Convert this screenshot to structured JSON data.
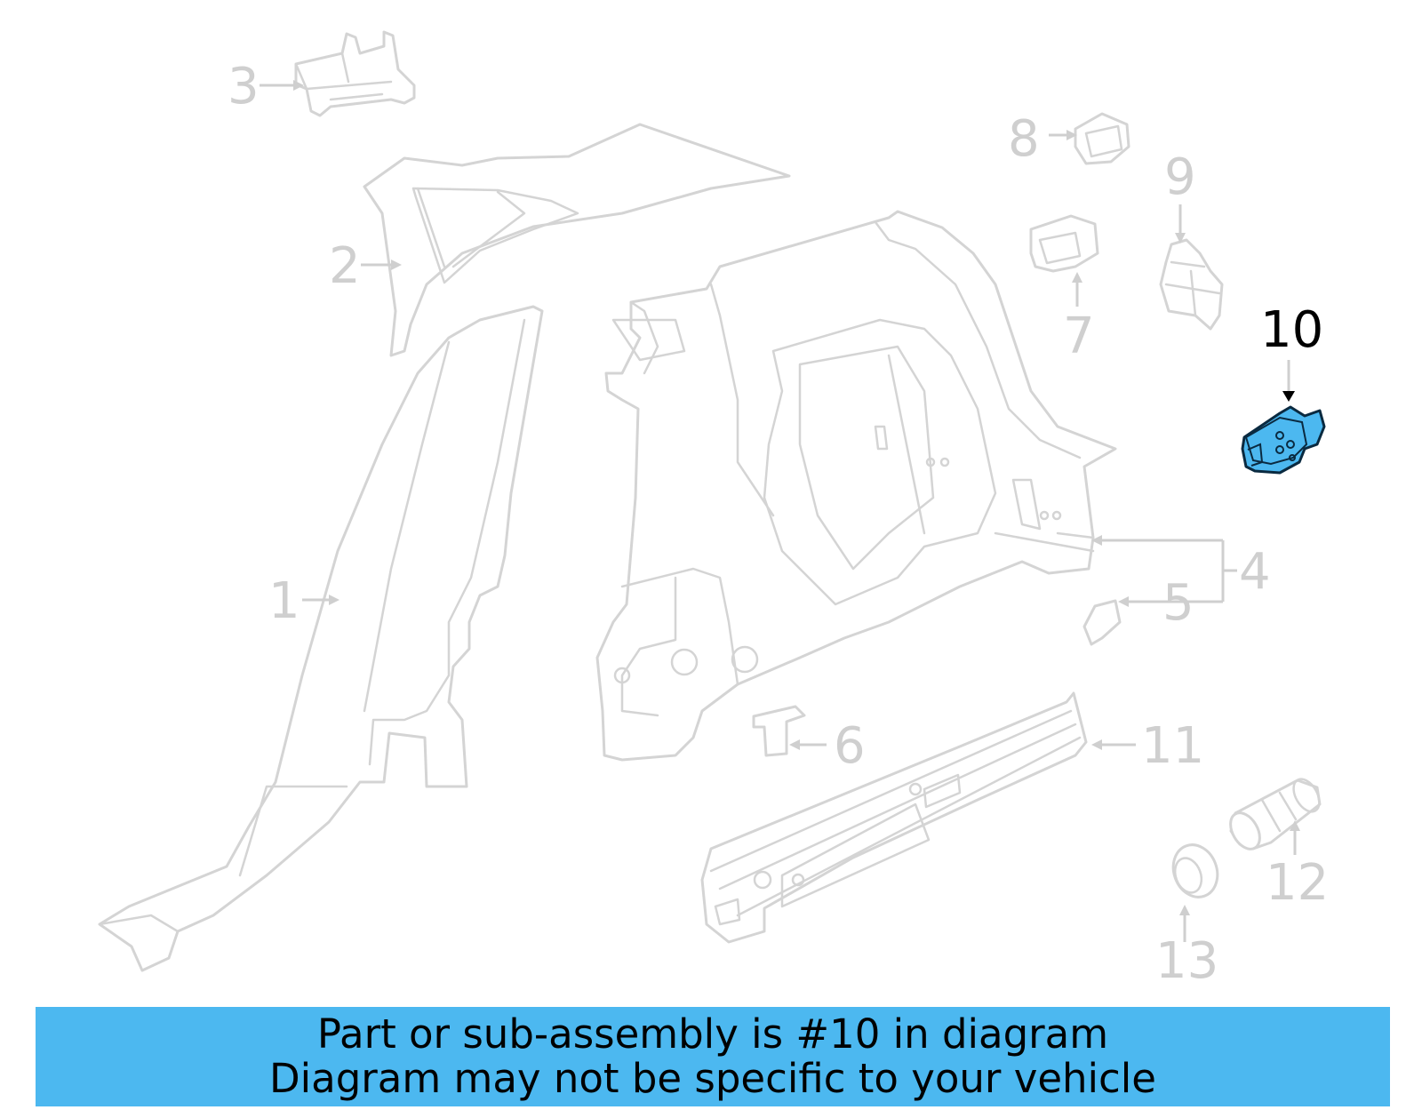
{
  "diagram": {
    "callouts": [
      {
        "id": "1",
        "label": "1"
      },
      {
        "id": "2",
        "label": "2"
      },
      {
        "id": "3",
        "label": "3"
      },
      {
        "id": "4",
        "label": "4"
      },
      {
        "id": "5",
        "label": "5"
      },
      {
        "id": "6",
        "label": "6"
      },
      {
        "id": "7",
        "label": "7"
      },
      {
        "id": "8",
        "label": "8"
      },
      {
        "id": "9",
        "label": "9"
      },
      {
        "id": "10",
        "label": "10"
      },
      {
        "id": "11",
        "label": "11"
      },
      {
        "id": "12",
        "label": "12"
      },
      {
        "id": "13",
        "label": "13"
      }
    ],
    "highlighted_part": "10",
    "highlight_color": "#4cb8f0",
    "line_color": "#d4d4d4"
  },
  "banner": {
    "line1": "Part or sub-assembly is #10 in diagram",
    "line2": "Diagram may not be specific to your vehicle",
    "background": "#4cb8f0"
  }
}
